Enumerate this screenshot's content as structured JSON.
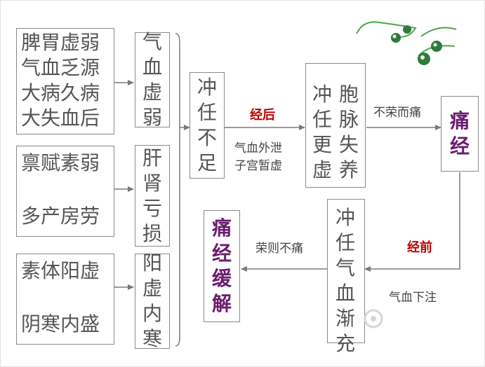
{
  "causes": {
    "group1": [
      "脾胃虚弱",
      "气血乏源",
      "大病久病",
      "大失血后"
    ],
    "group2": [
      "禀赋素弱",
      "多产房劳"
    ],
    "group3": [
      "素体阳虚",
      "阴寒内盛"
    ]
  },
  "mechanisms": {
    "qixue_xuruo": [
      "气",
      "血",
      "虚",
      "弱"
    ],
    "ganshen_kuisun": [
      "肝",
      "肾",
      "亏",
      "损"
    ],
    "yangxu_neihan": [
      "阳",
      "虚",
      "内",
      "寒"
    ]
  },
  "chongren_buzu": [
    "冲",
    "任",
    "不",
    "足"
  ],
  "chongren_gengxu": {
    "col1": [
      "冲",
      "任",
      "更",
      "虚"
    ],
    "col2": [
      "胞",
      "脉",
      "失",
      "养"
    ]
  },
  "tongjing": [
    "痛",
    "经"
  ],
  "chongren_qixue_jianchong": {
    "col1": [
      "冲",
      "任",
      "气",
      "血"
    ],
    "col2": [
      "渐",
      "充"
    ]
  },
  "tongjing_huanjie": [
    "痛",
    "经",
    "缓",
    "解"
  ],
  "labels": {
    "jinghou": "经后",
    "qixue_waixie": "气血外泄",
    "zigong_zanxu": "子宫暂虚",
    "burong_ertong": "不荣而痛",
    "jingqian": "经前",
    "qixue_xiazhu": "气血下注",
    "rong_ze_butong": "荣则不痛"
  },
  "colors": {
    "accent_red": "#c00000",
    "accent_purple": "#6a1e6e",
    "line": "#7a7a7a"
  }
}
